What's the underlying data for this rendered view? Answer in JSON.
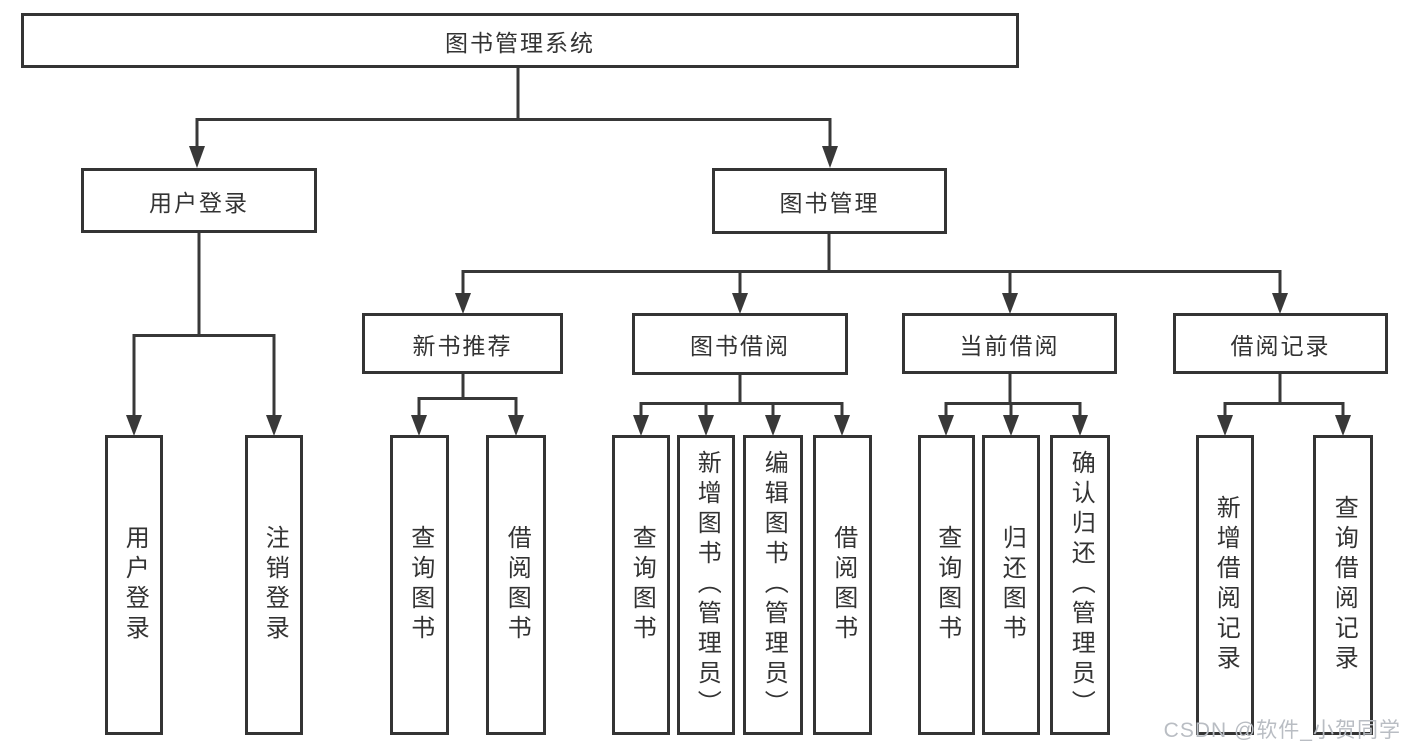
{
  "diagram": {
    "root": "图书管理系统",
    "branches": {
      "user_login": {
        "label": "用户登录",
        "leaves": [
          "用户登录",
          "注销登录"
        ]
      },
      "book_management": {
        "label": "图书管理",
        "sections": [
          {
            "label": "新书推荐",
            "leaves": [
              "查询图书",
              "借阅图书"
            ]
          },
          {
            "label": "图书借阅",
            "leaves": [
              "查询图书",
              "新增图书（管理员）",
              "编辑图书（管理员）",
              "借阅图书"
            ]
          },
          {
            "label": "当前借阅",
            "leaves": [
              "查询图书",
              "归还图书",
              "确认归还（管理员）"
            ]
          },
          {
            "label": "借阅记录",
            "leaves": [
              "新增借阅记录",
              "查询借阅记录"
            ]
          }
        ]
      }
    },
    "line_color": "#383838",
    "border_color": "#343434",
    "text_color": "#333333"
  },
  "watermark": {
    "text": "CSDN @软件_小贺同学",
    "color": "#b9bdc3"
  }
}
